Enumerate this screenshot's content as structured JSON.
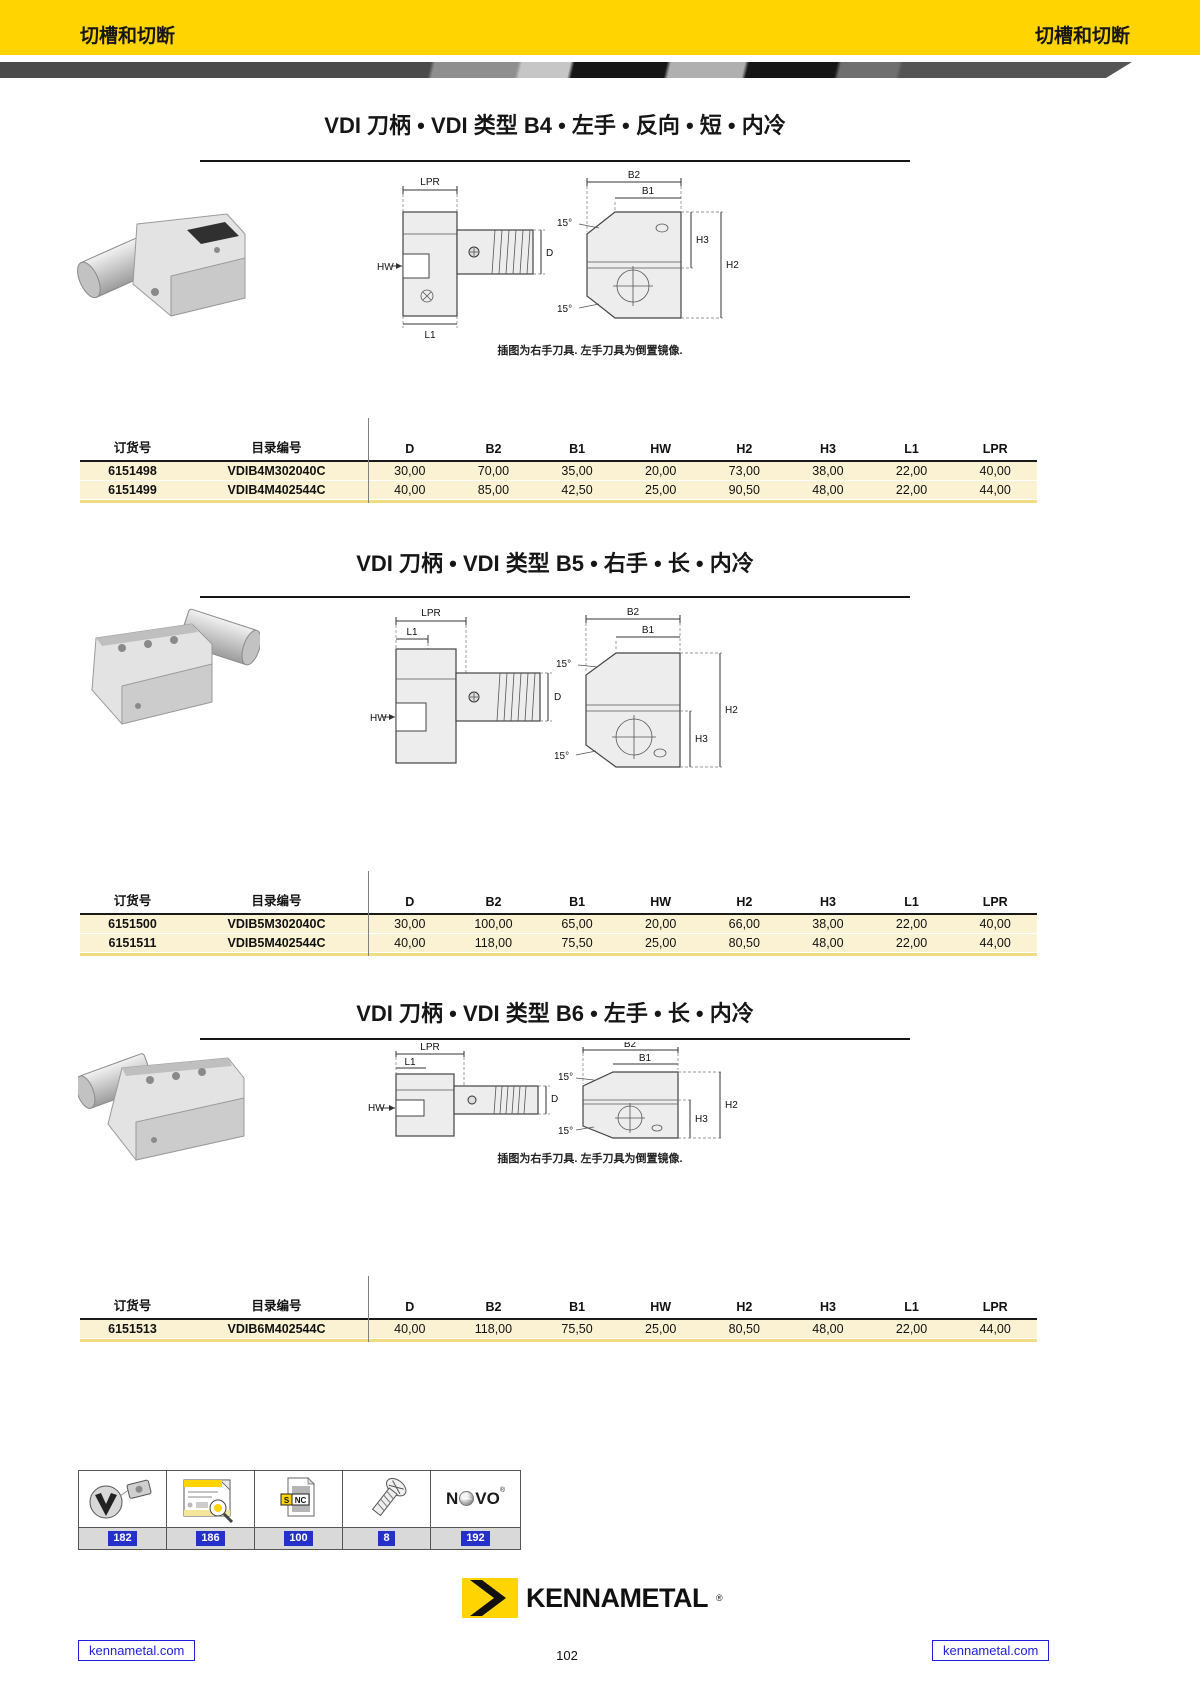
{
  "header": {
    "left": "切槽和切断",
    "right": "切槽和切断"
  },
  "dims": {
    "lpr": "LPR",
    "l1": "L1",
    "hw": "HW",
    "d": "D",
    "b2": "B2",
    "b1": "B1",
    "h2": "H2",
    "h3": "H3",
    "angle": "15°"
  },
  "sections": [
    {
      "title": "VDI 刀柄 • VDI 类型 B4 • 左手 • 反向 • 短 • 内冷",
      "note": "插图为右手刀具. 左手刀具为倒置镜像.",
      "table": {
        "headers": [
          "订货号",
          "目录编号",
          "D",
          "B2",
          "B1",
          "HW",
          "H2",
          "H3",
          "L1",
          "LPR"
        ],
        "rows": [
          [
            "6151498",
            "VDIB4M302040C",
            "30,00",
            "70,00",
            "35,00",
            "20,00",
            "73,00",
            "38,00",
            "22,00",
            "40,00"
          ],
          [
            "6151499",
            "VDIB4M402544C",
            "40,00",
            "85,00",
            "42,50",
            "25,00",
            "90,50",
            "48,00",
            "22,00",
            "44,00"
          ]
        ]
      }
    },
    {
      "title": "VDI 刀柄 • VDI 类型 B5 • 右手 • 长 • 内冷",
      "table": {
        "headers": [
          "订货号",
          "目录编号",
          "D",
          "B2",
          "B1",
          "HW",
          "H2",
          "H3",
          "L1",
          "LPR"
        ],
        "rows": [
          [
            "6151500",
            "VDIB5M302040C",
            "30,00",
            "100,00",
            "65,00",
            "20,00",
            "66,00",
            "38,00",
            "22,00",
            "40,00"
          ],
          [
            "6151511",
            "VDIB5M402544C",
            "40,00",
            "118,00",
            "75,50",
            "25,00",
            "80,50",
            "48,00",
            "22,00",
            "44,00"
          ]
        ]
      }
    },
    {
      "title": "VDI 刀柄 • VDI 类型 B6 • 左手 • 长 • 内冷",
      "note": "插图为右手刀具. 左手刀具为倒置镜像.",
      "table": {
        "headers": [
          "订货号",
          "目录编号",
          "D",
          "B2",
          "B1",
          "HW",
          "H2",
          "H3",
          "L1",
          "LPR"
        ],
        "rows": [
          [
            "6151513",
            "VDIB6M402544C",
            "40,00",
            "118,00",
            "75,50",
            "25,00",
            "80,50",
            "48,00",
            "22,00",
            "44,00"
          ]
        ]
      }
    }
  ],
  "icons": {
    "snc_s": "S",
    "snc_nc": "NC",
    "novo_left": "N",
    "novo_right": "VO",
    "novo_reg": "®",
    "items": [
      {
        "name": "insert",
        "page": "182"
      },
      {
        "name": "catalog",
        "page": "186"
      },
      {
        "name": "snc-document",
        "page": "100"
      },
      {
        "name": "screw",
        "page": "8"
      },
      {
        "name": "novo",
        "page": "192"
      }
    ]
  },
  "brand": {
    "name": "KENNAMETAL",
    "reg": "®"
  },
  "footer": {
    "left_link": "kennametal.com",
    "right_link": "kennametal.com",
    "page_number": "102"
  },
  "colors": {
    "yellow": "#FFD400",
    "row_cream": "#FBF1D3",
    "table_accent": "#F2DC82",
    "link_blue": "#2020d8",
    "badge_blue": "#2430C8"
  }
}
